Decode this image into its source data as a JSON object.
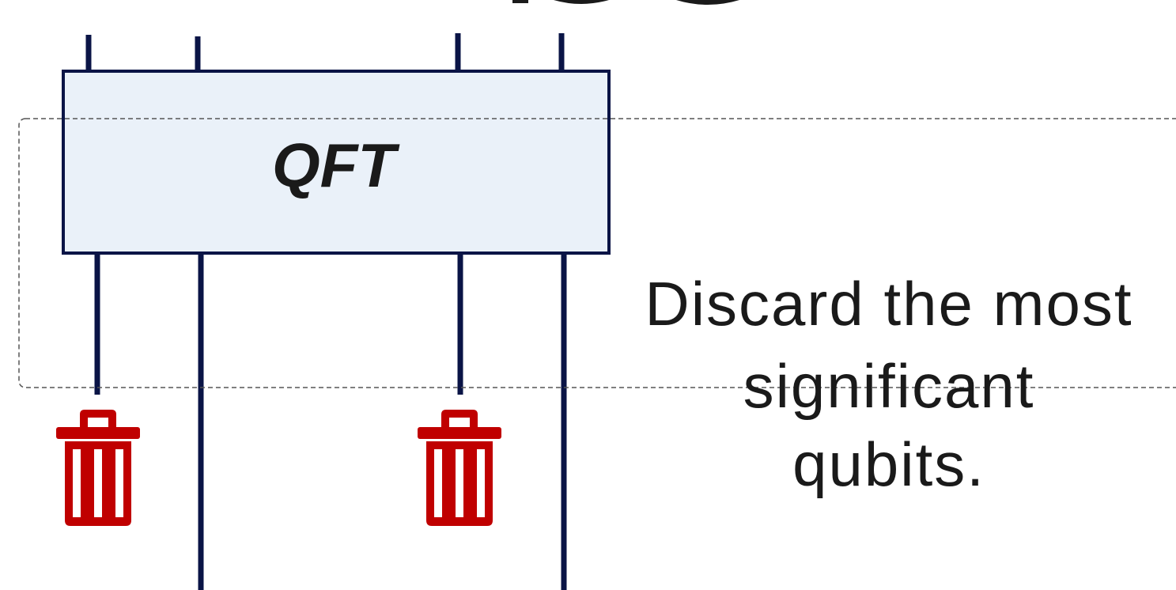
{
  "gate": {
    "label": "QFT"
  },
  "annotation": {
    "lines": [
      "Discard the most",
      "significant",
      "qubits."
    ]
  },
  "icons": [
    "trash-icon",
    "trash-icon"
  ],
  "colors": {
    "wire": "#0a1446",
    "gate_fill": "#eaf1f9",
    "gate_border": "#0a1446",
    "trash": "#c00000",
    "text": "#1a1a1a",
    "dashed_box": "#555555"
  }
}
